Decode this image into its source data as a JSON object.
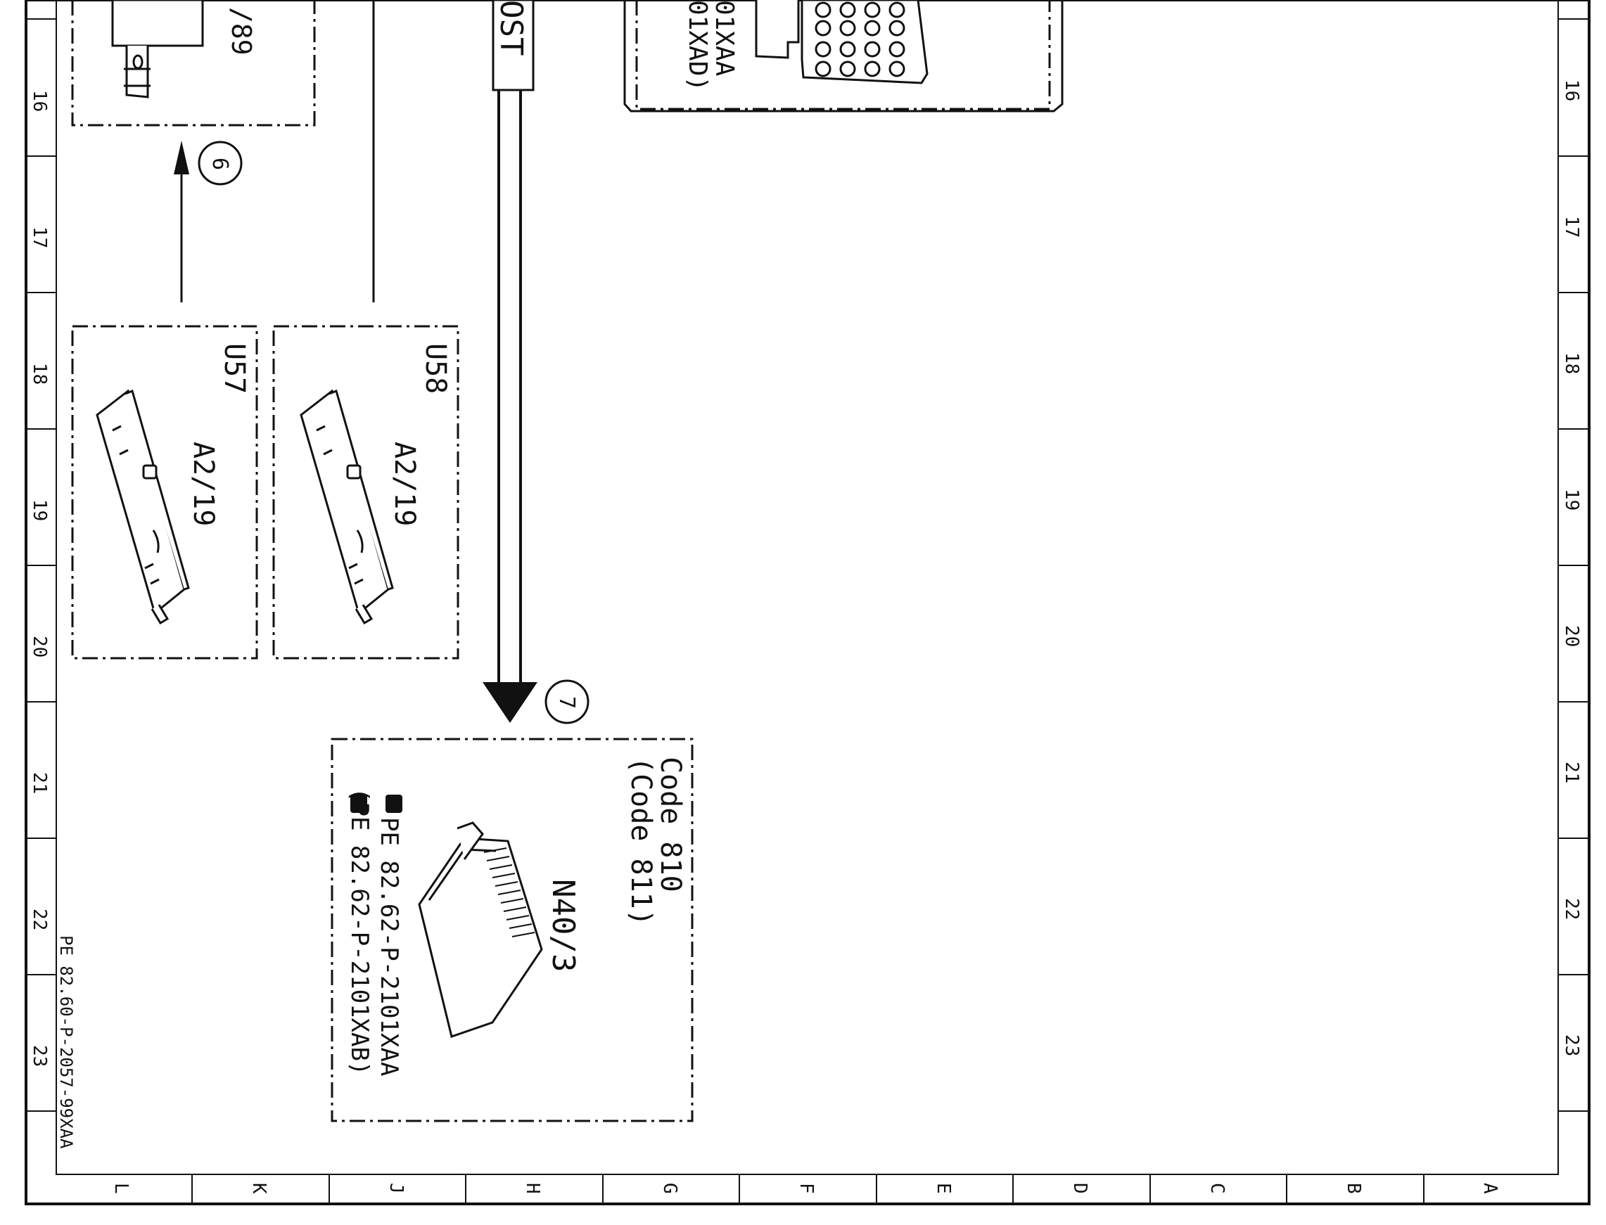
{
  "frame": {
    "row_labels": [
      "16",
      "17",
      "18",
      "19",
      "20",
      "21",
      "22",
      "23"
    ],
    "column_labels": [
      "L",
      "K",
      "J",
      "H",
      "G",
      "F",
      "E",
      "D",
      "C",
      "B",
      "A"
    ],
    "document_reference": "PE 82.60-P-2057-99XAA"
  },
  "components": {
    "top_left_fragment_label": "/89",
    "top_center_fragment_label": "OST",
    "top_right_fragment_line1": "01XAA",
    "top_right_fragment_line2": "01XAD)",
    "u57": {
      "designation": "U57",
      "location": "A2/19"
    },
    "u58": {
      "designation": "U58",
      "location": "A2/19"
    },
    "n40": {
      "designation": "N40/3",
      "code_line1": "Code 810",
      "code_line2": "(Code 811)",
      "ref_line1": "PE 82.62-P-2101XAA",
      "ref_line2": "(PE 82.62-P-2101XAB)"
    }
  },
  "callouts": {
    "arrow_6": "6",
    "arrow_7": "7"
  },
  "colors": {
    "ink": "#111111",
    "paper": "#ffffff"
  }
}
